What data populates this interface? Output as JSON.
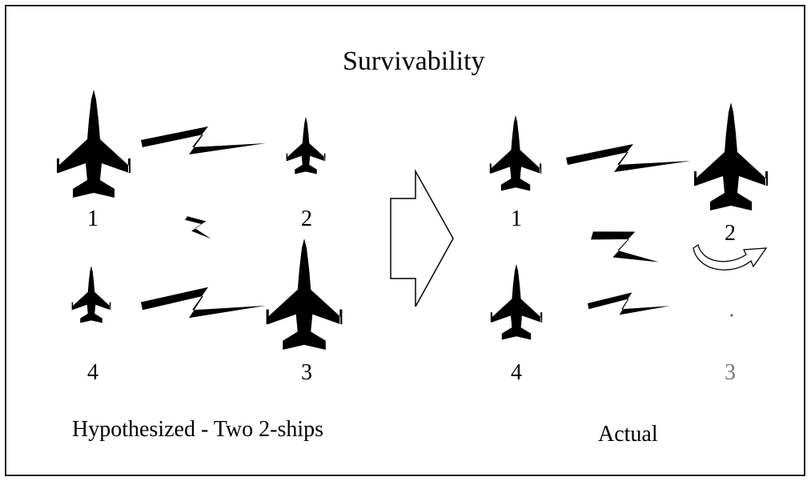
{
  "title": "Survivability",
  "left_caption": "Hypothesized - Two 2-ships",
  "right_caption": "Actual",
  "left_numbers": [
    "1",
    "2",
    "4",
    "3"
  ],
  "right_numbers": [
    "1",
    "2",
    "4",
    "3"
  ],
  "icons": {
    "aircraft": "fighter-jet-icon",
    "lightning": "lightning-bolt-icon",
    "transition": "right-arrow-icon",
    "maneuver": "curved-arrow-icon"
  },
  "colors": {
    "silhouette": "#000000",
    "faded": "#777777"
  }
}
